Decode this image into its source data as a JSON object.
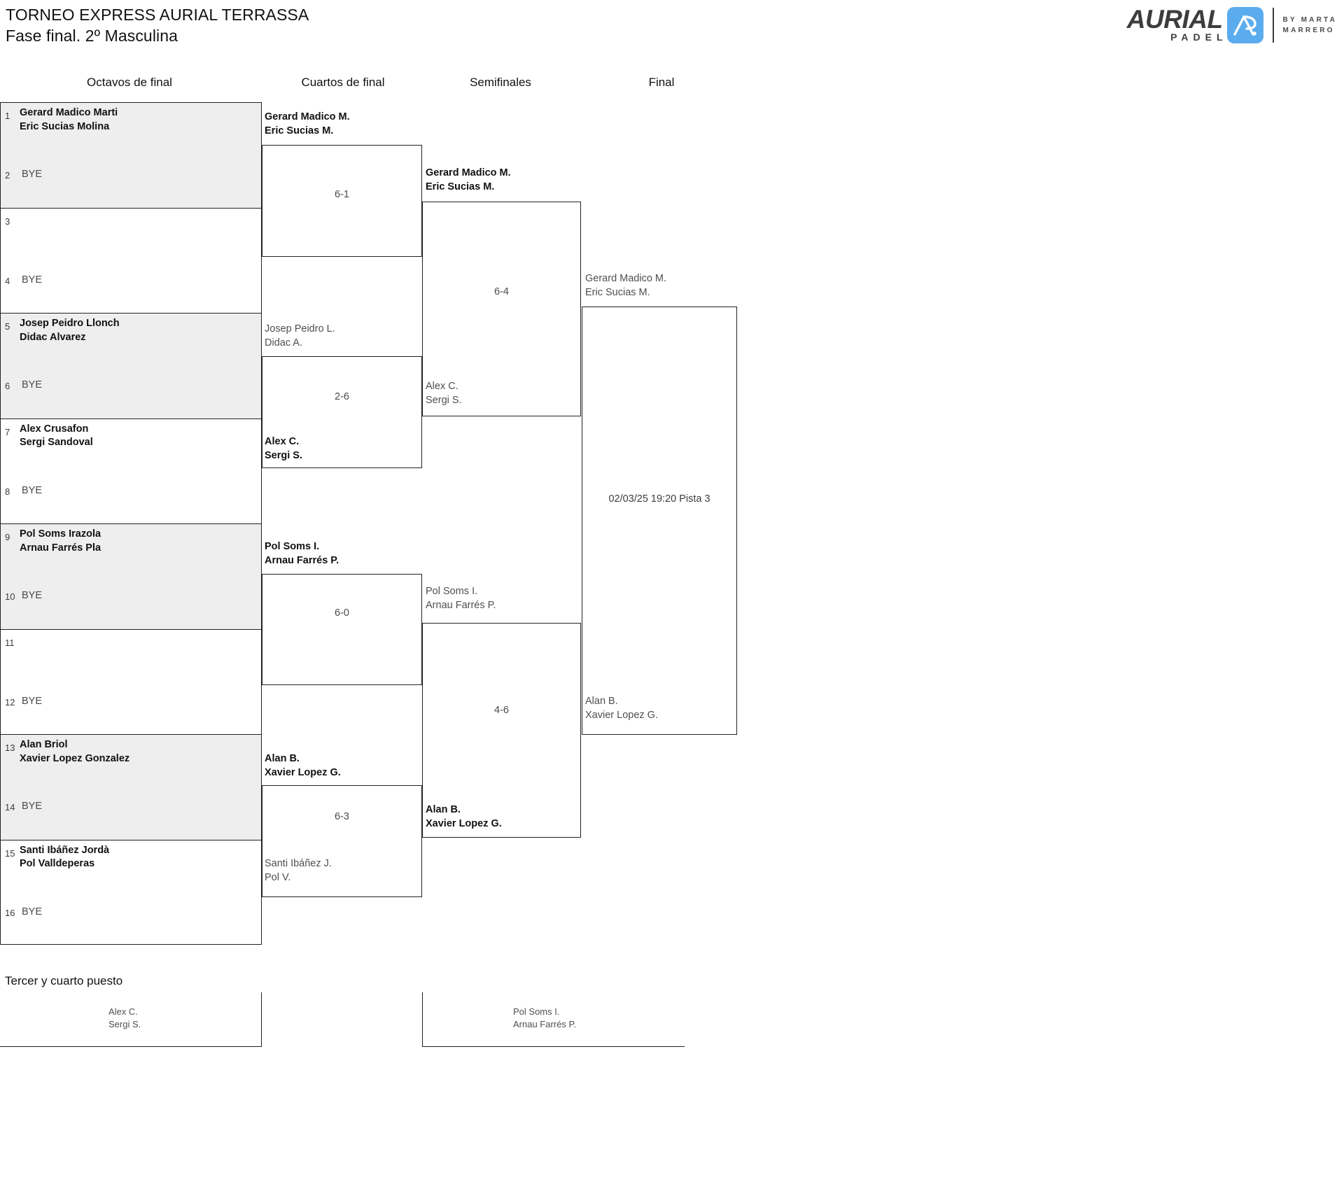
{
  "header": {
    "title_line1": "TORNEO EXPRESS AURIAL TERRASSA",
    "title_line2": "Fase final. 2º Masculina"
  },
  "logo": {
    "wordmark": "AURIAL",
    "subword": "PADEL",
    "by_line1": "BY  MARTA",
    "by_line2": "MARRERO",
    "mark_color": "#5bacee",
    "text_color": "#3d3d3b"
  },
  "rounds": [
    {
      "label": "Octavos de final"
    },
    {
      "label": "Cuartos de final"
    },
    {
      "label": "Semifinales"
    },
    {
      "label": "Final"
    }
  ],
  "round1": [
    {
      "seed_top": "1",
      "seed_bot": "2",
      "p1": "Gerard Madico Marti",
      "p2": "Eric Sucias Molina",
      "bye": "BYE",
      "shaded": true
    },
    {
      "seed_top": "3",
      "seed_bot": "4",
      "p1": "",
      "p2": "",
      "bye": "BYE",
      "shaded": false
    },
    {
      "seed_top": "5",
      "seed_bot": "6",
      "p1": "Josep Peidro Llonch",
      "p2": "Didac Alvarez",
      "bye": "BYE",
      "shaded": true
    },
    {
      "seed_top": "7",
      "seed_bot": "8",
      "p1": "Alex Crusafon",
      "p2": "Sergi Sandoval",
      "bye": "BYE",
      "shaded": false
    },
    {
      "seed_top": "9",
      "seed_bot": "10",
      "p1": "Pol Soms Irazola",
      "p2": "Arnau Farrés Pla",
      "bye": "BYE",
      "shaded": true
    },
    {
      "seed_top": "11",
      "seed_bot": "12",
      "p1": "",
      "p2": "",
      "bye": "BYE",
      "shaded": false
    },
    {
      "seed_top": "13",
      "seed_bot": "14",
      "p1": "Alan Briol",
      "p2": "Xavier Lopez Gonzalez",
      "bye": "BYE",
      "shaded": true
    },
    {
      "seed_top": "15",
      "seed_bot": "16",
      "p1": "Santi Ibáñez Jordà",
      "p2": "Pol Valldeperas",
      "bye": "BYE",
      "shaded": false
    }
  ],
  "quarterfinals": [
    {
      "top": {
        "l1": "Gerard Madico M.",
        "l2": "Eric Sucias M.",
        "state": "win"
      },
      "bottom": {
        "l1": "",
        "l2": "",
        "state": "pend"
      },
      "score": "6-1"
    },
    {
      "top": {
        "l1": "Josep Peidro L.",
        "l2": "Didac A.",
        "state": "lose"
      },
      "bottom": {
        "l1": "Alex C.",
        "l2": "Sergi S.",
        "state": "win"
      },
      "score": "2-6"
    },
    {
      "top": {
        "l1": "Pol Soms I.",
        "l2": "Arnau Farrés P.",
        "state": "win"
      },
      "bottom": {
        "l1": "",
        "l2": "",
        "state": "pend"
      },
      "score": "6-0"
    },
    {
      "top": {
        "l1": "Alan B.",
        "l2": "Xavier Lopez G.",
        "state": "win"
      },
      "bottom": {
        "l1": "Santi Ibáñez J.",
        "l2": "Pol V.",
        "state": "lose"
      },
      "score": "6-3"
    }
  ],
  "semifinals": [
    {
      "top": {
        "l1": "Gerard Madico M.",
        "l2": "Eric Sucias M.",
        "state": "win"
      },
      "bottom": {
        "l1": "Alex C.",
        "l2": "Sergi S.",
        "state": "lose"
      },
      "score": "6-4"
    },
    {
      "top": {
        "l1": "Pol Soms I.",
        "l2": "Arnau Farrés P.",
        "state": "lose"
      },
      "bottom": {
        "l1": "Alan B.",
        "l2": "Xavier Lopez G.",
        "state": "win"
      },
      "score": "4-6"
    }
  ],
  "final": {
    "top": {
      "l1": "Gerard Madico M.",
      "l2": "Eric Sucias M.",
      "state": "pend"
    },
    "bottom": {
      "l1": "Alan B.",
      "l2": "Xavier Lopez G.",
      "state": "pend"
    },
    "meta": "02/03/25 19:20 Pista 3"
  },
  "third_place": {
    "title": "Tercer y cuarto puesto",
    "left": {
      "l1": "Alex C.",
      "l2": "Sergi S."
    },
    "right": {
      "l1": "Pol Soms I.",
      "l2": "Arnau Farrés P."
    }
  }
}
